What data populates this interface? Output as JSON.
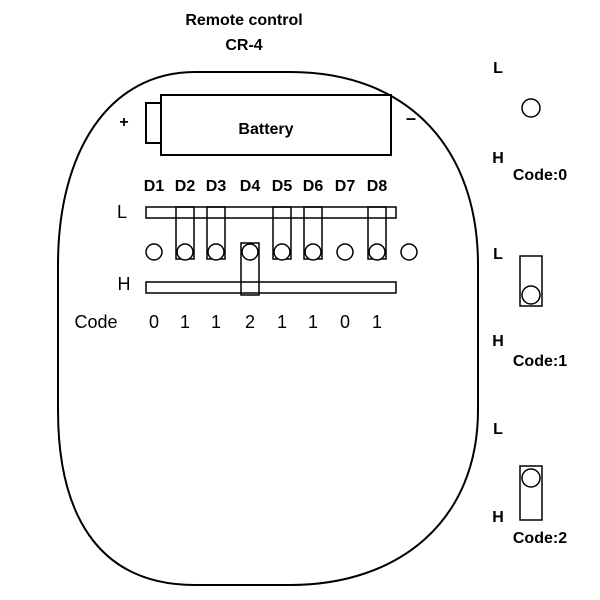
{
  "title": {
    "line1": "Remote control",
    "line2": "CR-4"
  },
  "battery": {
    "label": "Battery",
    "plus": "+",
    "minus": "–"
  },
  "dip": {
    "switches": [
      {
        "label": "D1",
        "code": "0"
      },
      {
        "label": "D2",
        "code": "1"
      },
      {
        "label": "D3",
        "code": "1"
      },
      {
        "label": "D4",
        "code": "2"
      },
      {
        "label": "D5",
        "code": "1"
      },
      {
        "label": "D6",
        "code": "1"
      },
      {
        "label": "D7",
        "code": "0"
      },
      {
        "label": "D8",
        "code": "1"
      }
    ],
    "low_label": "L",
    "high_label": "H",
    "code_label": "Code"
  },
  "legend": [
    {
      "low": "L",
      "high": "H",
      "code_text": "Code:0"
    },
    {
      "low": "L",
      "high": "H",
      "code_text": "Code:1"
    },
    {
      "low": "L",
      "high": "H",
      "code_text": "Code:2"
    }
  ]
}
